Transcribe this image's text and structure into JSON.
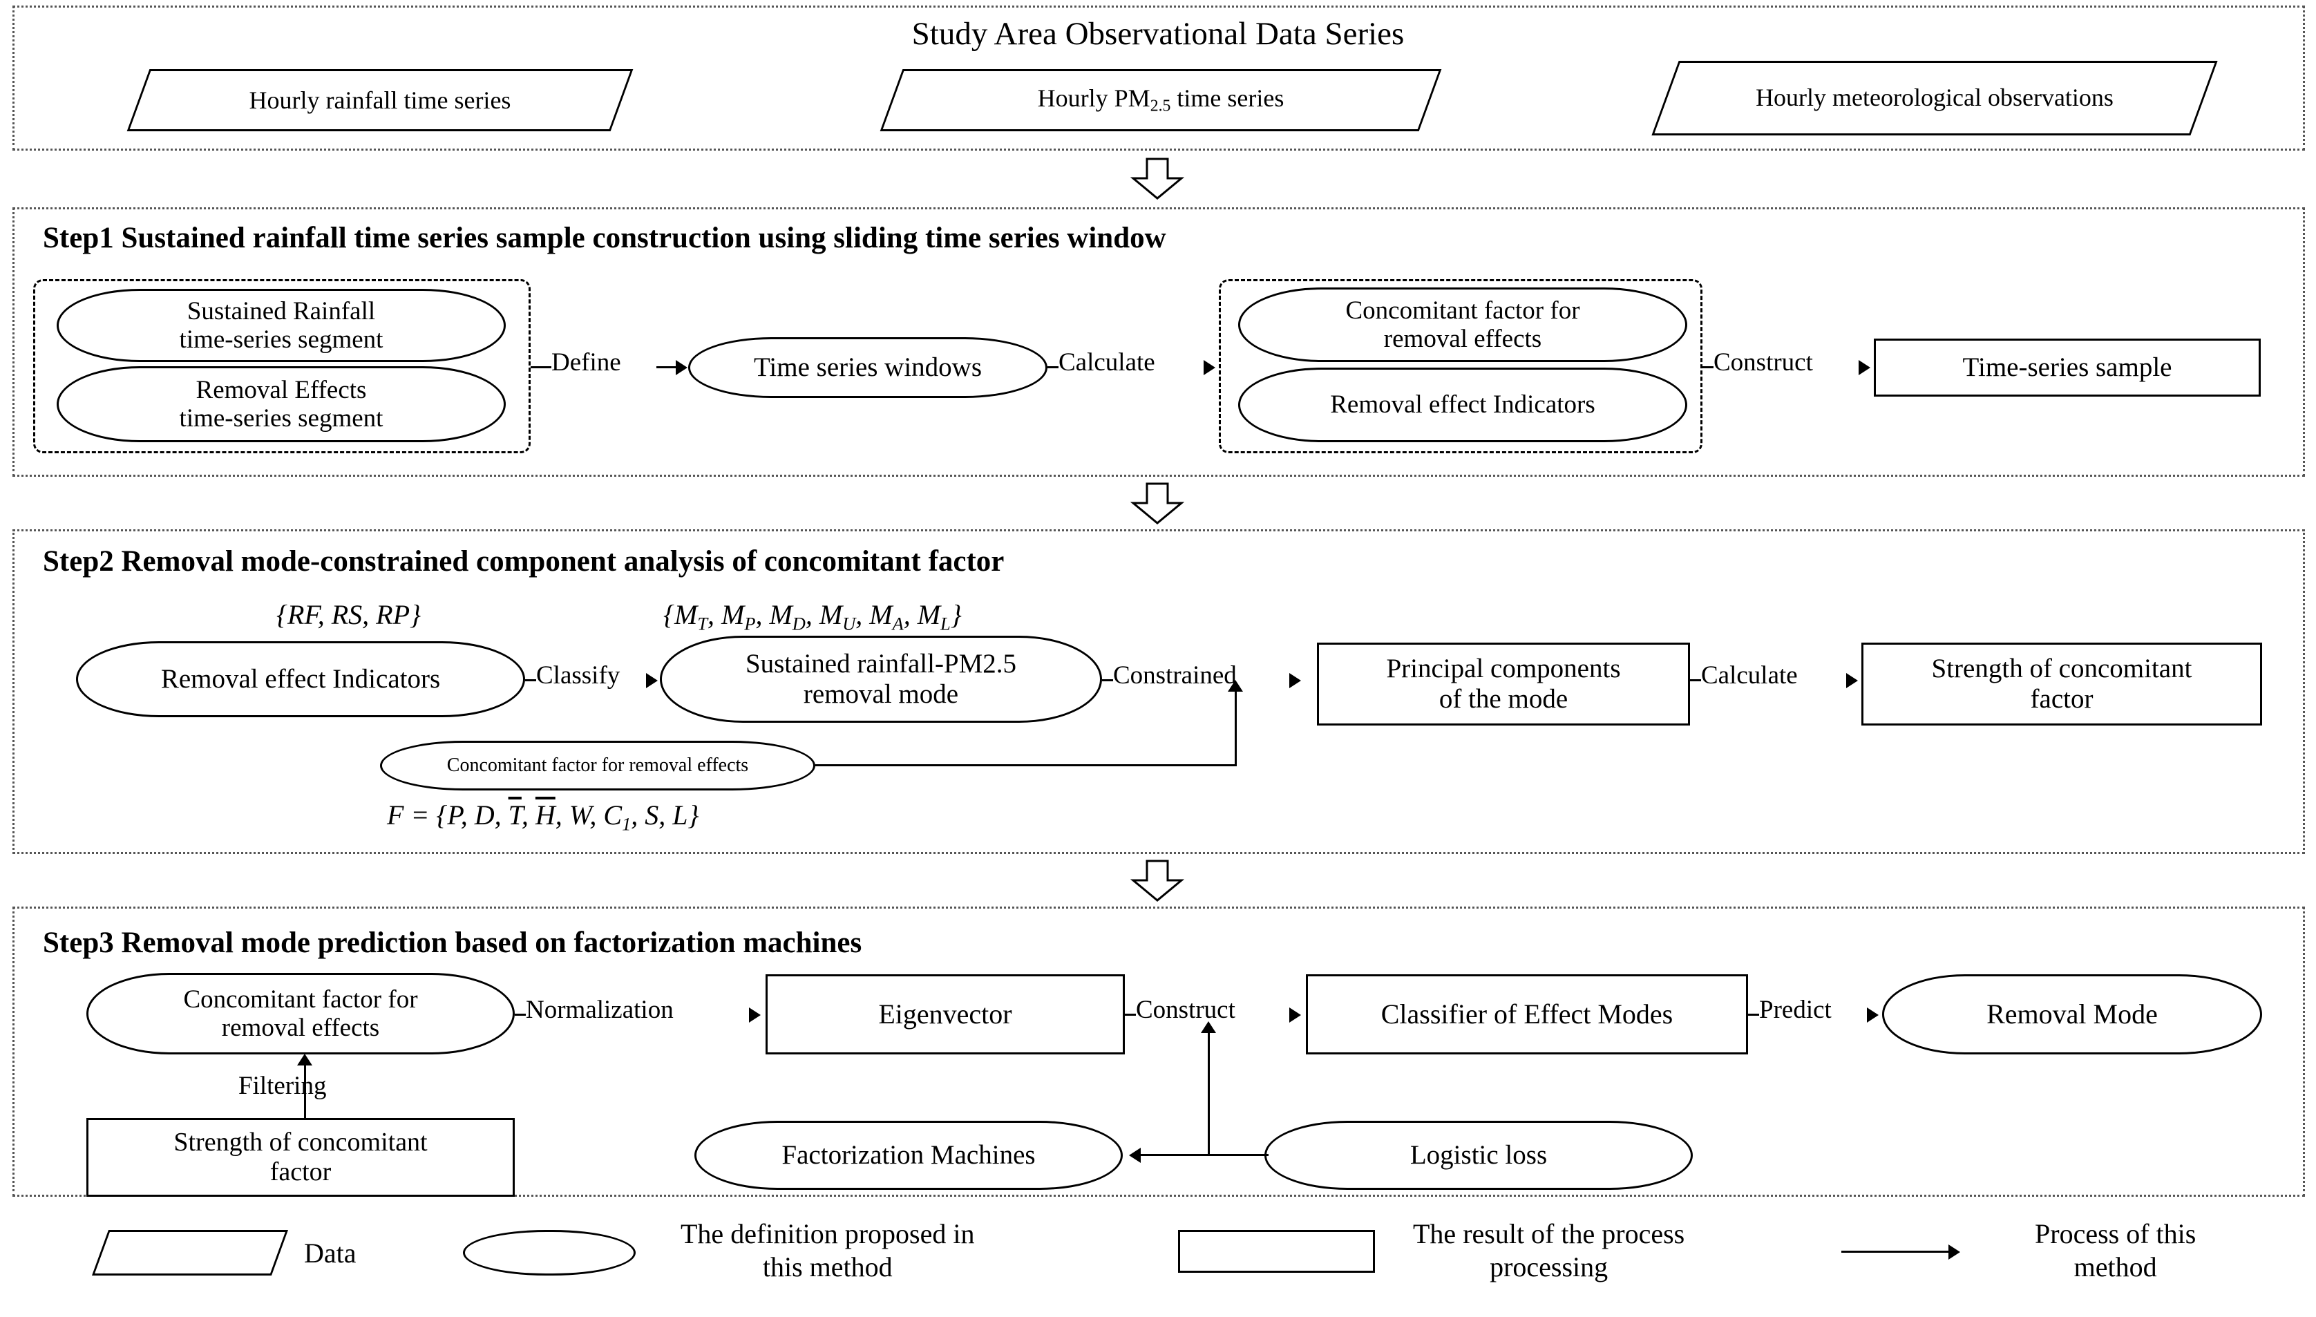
{
  "diagram": {
    "title": "Study Area Observational Data Series",
    "data_sources": [
      {
        "label": "Hourly rainfall time series"
      },
      {
        "label_pre": "Hourly PM",
        "label_sub": "2.5",
        "label_post": " time series",
        "label": "Hourly PM2.5 time series"
      },
      {
        "label": "Hourly meteorological observations"
      }
    ],
    "step1": {
      "title": "Step1 Sustained rainfall time series sample construction using sliding time series window",
      "nodes": {
        "sustained_rainfall_segment": "Sustained Rainfall\ntime-series segment",
        "removal_effects_segment": "Removal Effects\ntime-series segment",
        "time_series_windows": "Time series windows",
        "concomitant_factor": "Concomitant factor for\nremoval effects",
        "removal_effect_indicators": "Removal effect Indicators",
        "time_series_sample": "Time-series sample"
      },
      "edges": {
        "define": "Define",
        "calculate": "Calculate",
        "construct": "Construct"
      }
    },
    "step2": {
      "title": "Step2 Removal mode-constrained component analysis of concomitant factor",
      "nodes": {
        "removal_effect_indicators": "Removal effect Indicators",
        "removal_mode": "Sustained rainfall-PM2.5\nremoval mode",
        "concomitant_factor_small": "Concomitant factor for removal effects",
        "principal_components": "Principal components\nof the mode",
        "strength_of_concomitant_factor": "Strength of concomitant\nfactor"
      },
      "edges": {
        "classify": "Classify",
        "constrained": "Constrained",
        "calculate": "Calculate"
      },
      "math": {
        "indicator_set": "{RF, RS, RP}",
        "mode_set": "{M_T, M_P, M_D, M_U, M_A, M_L}",
        "factor_set": "F = {P, D, T̄, H̄, W, C₁, S, L}"
      }
    },
    "step3": {
      "title": "Step3 Removal mode prediction based on factorization machines",
      "nodes": {
        "concomitant_factor": "Concomitant factor for\nremoval effects",
        "eigenvector": "Eigenvector",
        "classifier": "Classifier of Effect Modes",
        "removal_mode": "Removal Mode",
        "strength_of_concomitant_factor": "Strength of concomitant\nfactor",
        "factorization_machines": "Factorization Machines",
        "logistic_loss": "Logistic loss"
      },
      "edges": {
        "normalization": "Normalization",
        "construct": "Construct",
        "predict": "Predict",
        "filtering": "Filtering"
      }
    },
    "legend": [
      {
        "shape": "parallelogram",
        "label": "Data"
      },
      {
        "shape": "stadium",
        "label": "The definition proposed in\nthis method"
      },
      {
        "shape": "rectangle",
        "label": "The result of the process\nprocessing"
      },
      {
        "shape": "arrow",
        "label": "Process of this\nmethod"
      }
    ]
  }
}
